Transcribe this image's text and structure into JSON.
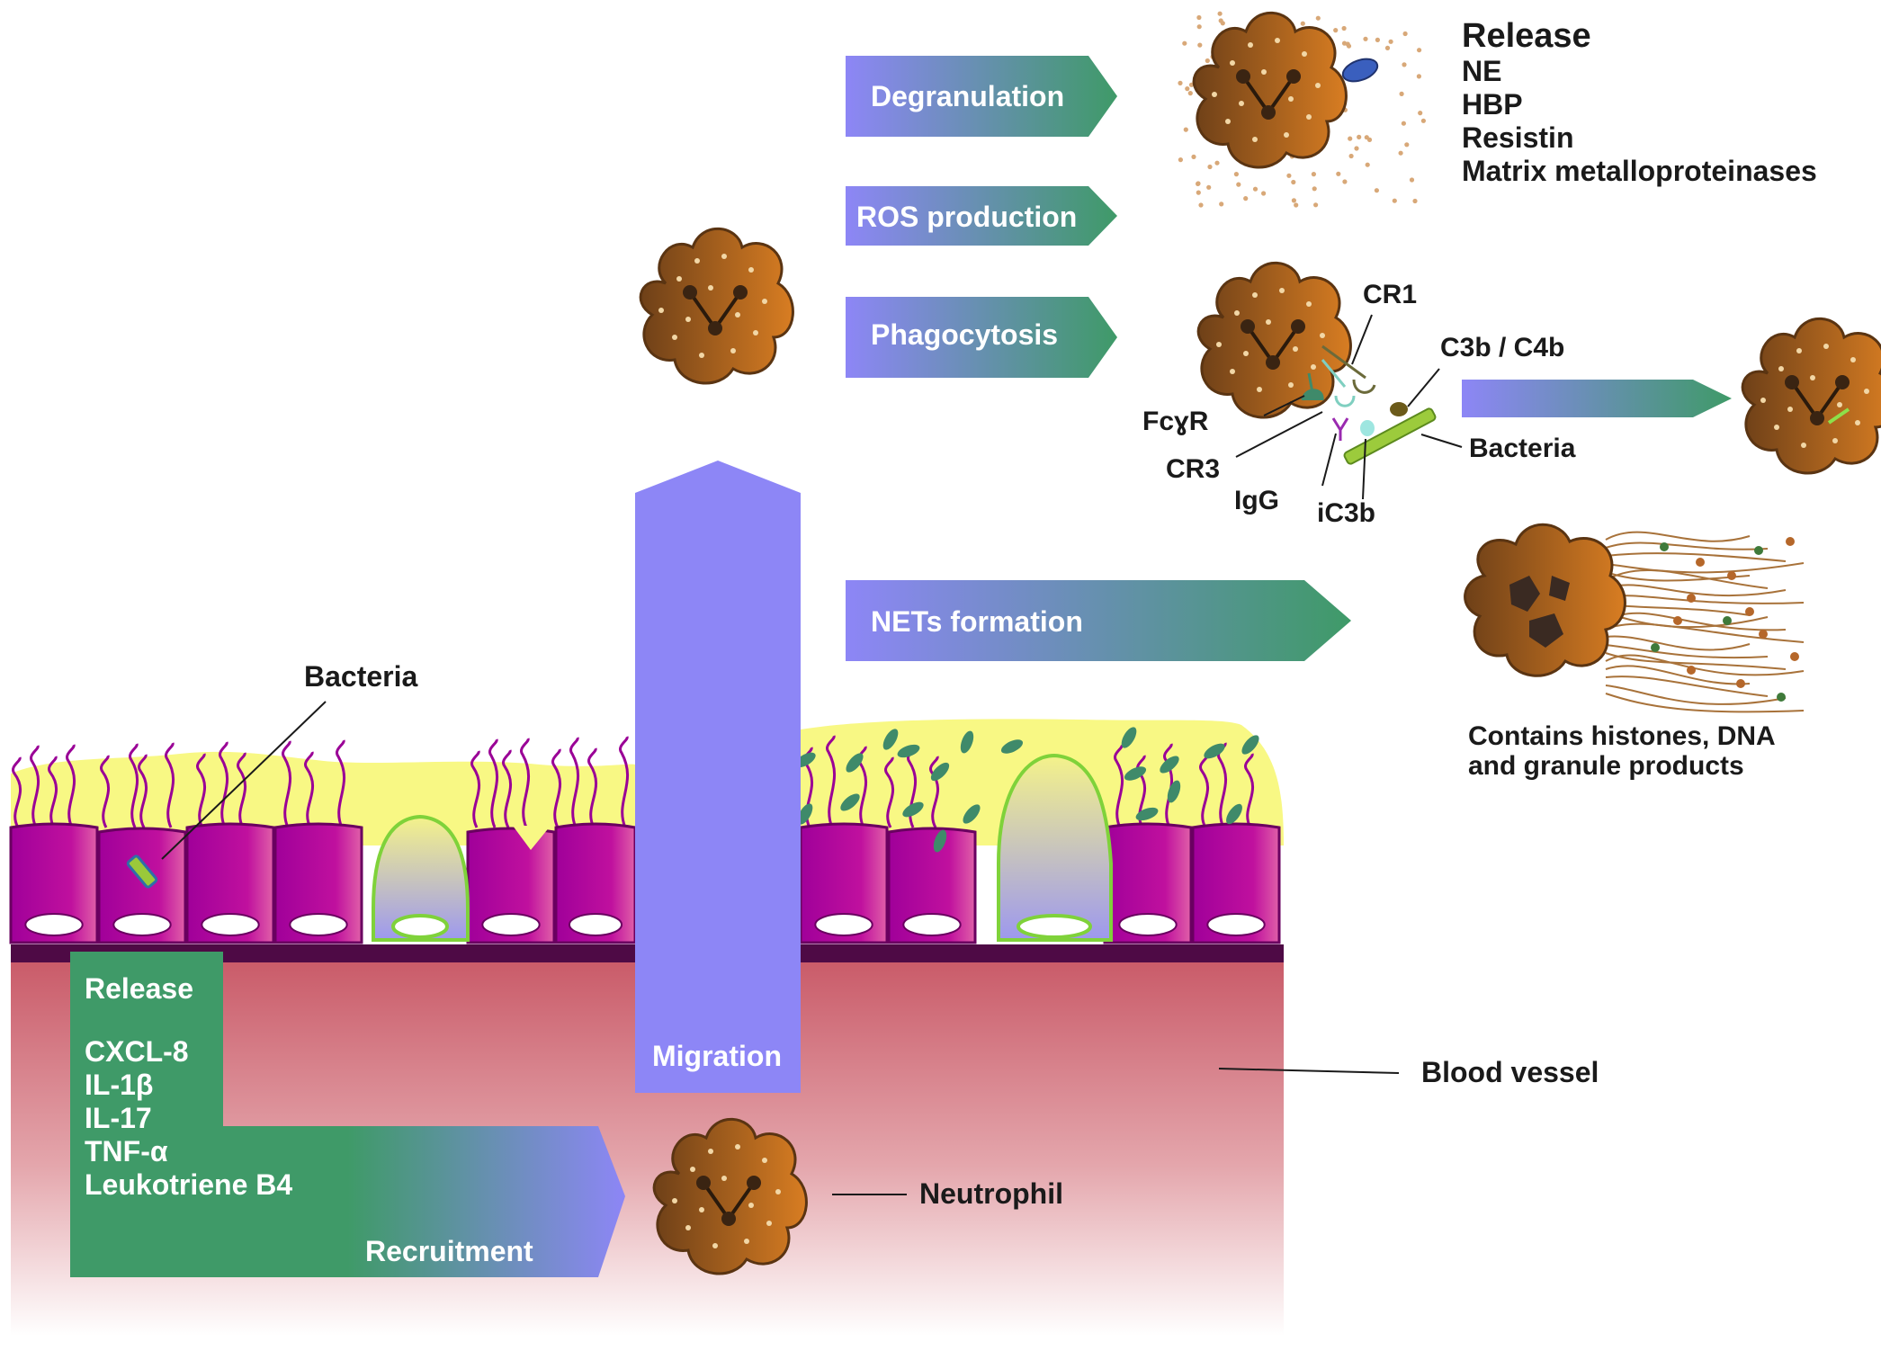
{
  "labels": {
    "bacteria_epithelium": "Bacteria",
    "blood_vessel": "Blood vessel",
    "neutrophil": "Neutrophil",
    "migration": "Migration",
    "recruitment": "Recruitment"
  },
  "epithelial_release": {
    "title": "Release",
    "items": [
      "CXCL-8",
      "IL-1β",
      "IL-17",
      "TNF-α",
      "Leukotriene B4"
    ]
  },
  "functions": {
    "degranulation": "Degranulation",
    "ros": "ROS production",
    "phagocytosis": "Phagocytosis",
    "nets": "NETs formation"
  },
  "degranulation_release": {
    "title": "Release",
    "items": [
      "NE",
      "HBP",
      "Resistin",
      "Matrix metalloproteinases"
    ]
  },
  "phagocytosis_labels": {
    "cr1": "CR1",
    "c3b_c4b": "C3b / C4b",
    "fcgr": "FcɣR",
    "cr3": "CR3",
    "igg": "IgG",
    "ic3b": "iC3b",
    "bacteria": "Bacteria"
  },
  "nets_caption": {
    "line1": "Contains histones, DNA",
    "line2": "and granule products"
  },
  "colors": {
    "arrow_start": "#8d86f6",
    "arrow_end": "#3f9a68",
    "epithelium": "#a4009a",
    "mucus": "#f8f884",
    "neutrophil_dark": "#6e4018",
    "neutrophil_light": "#d77c24"
  }
}
